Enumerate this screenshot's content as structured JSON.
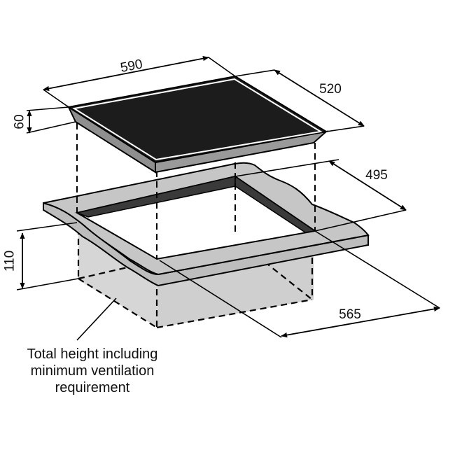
{
  "dimensions": {
    "width": "590",
    "depth": "520",
    "hob_height": "60",
    "cutout_depth": "495",
    "cutout_height": "110",
    "cutout_width": "565"
  },
  "caption": {
    "line1": "Total height including",
    "line2": "minimum ventilation",
    "line3": "requirement"
  },
  "colors": {
    "glass": "#1c1c1c",
    "edge": "#8f8f8f",
    "worktop": "#c4c4c4",
    "cavity_side": "#d6d6d6",
    "cutout_wall": "#3a3a3a",
    "line": "#000000"
  }
}
